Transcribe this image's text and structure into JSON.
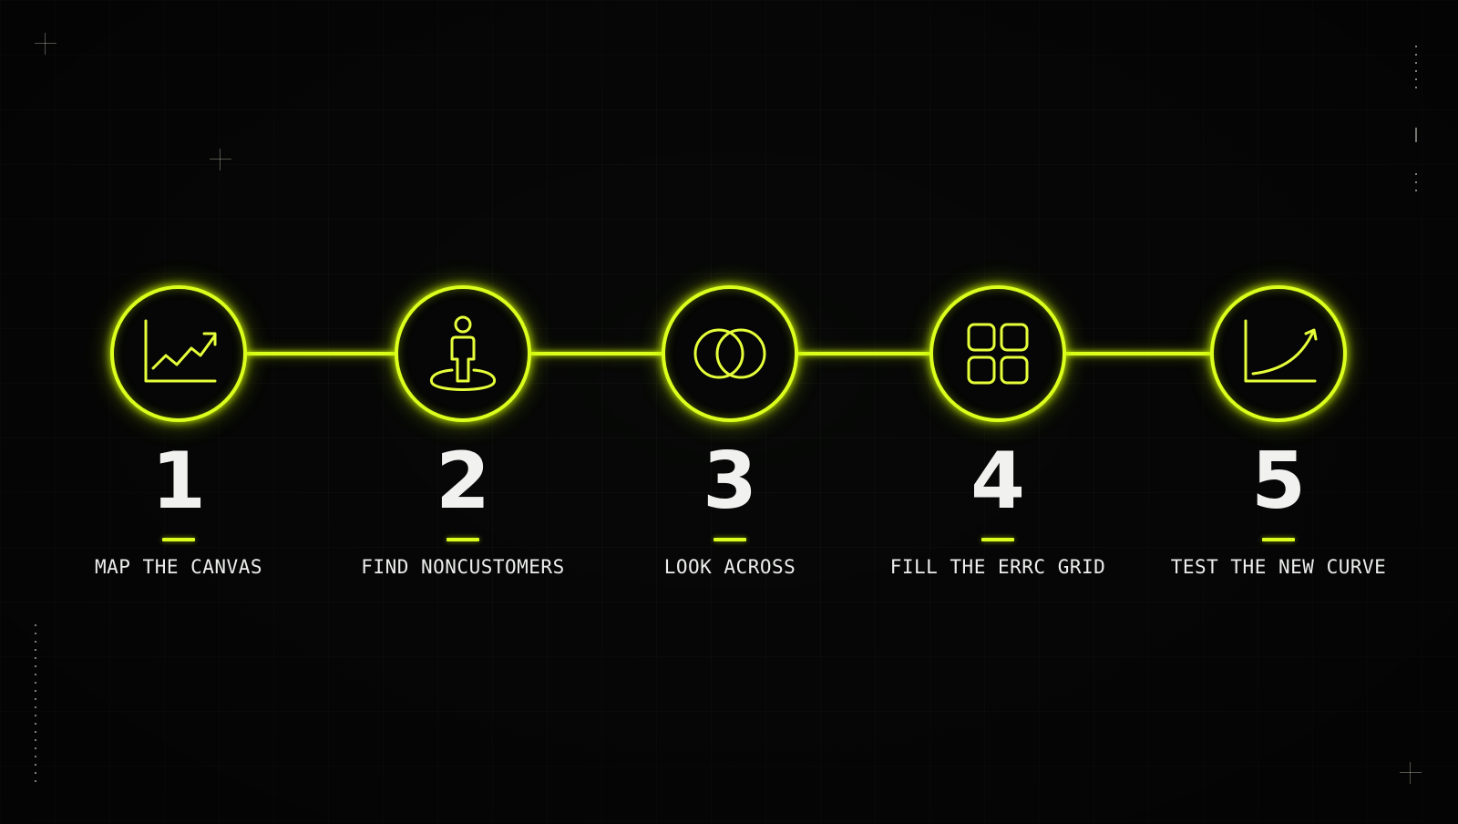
{
  "accent_color": "#dcff1e",
  "steps": [
    {
      "number": "1",
      "label": "MAP THE CANVAS",
      "icon": "line-chart-icon"
    },
    {
      "number": "2",
      "label": "FIND NONCUSTOMERS",
      "icon": "person-on-target-icon"
    },
    {
      "number": "3",
      "label": "LOOK ACROSS",
      "icon": "overlapping-circles-icon"
    },
    {
      "number": "4",
      "label": "FILL THE ERRC GRID",
      "icon": "four-squares-grid-icon"
    },
    {
      "number": "5",
      "label": "TEST THE NEW CURVE",
      "icon": "growth-curve-icon"
    }
  ]
}
